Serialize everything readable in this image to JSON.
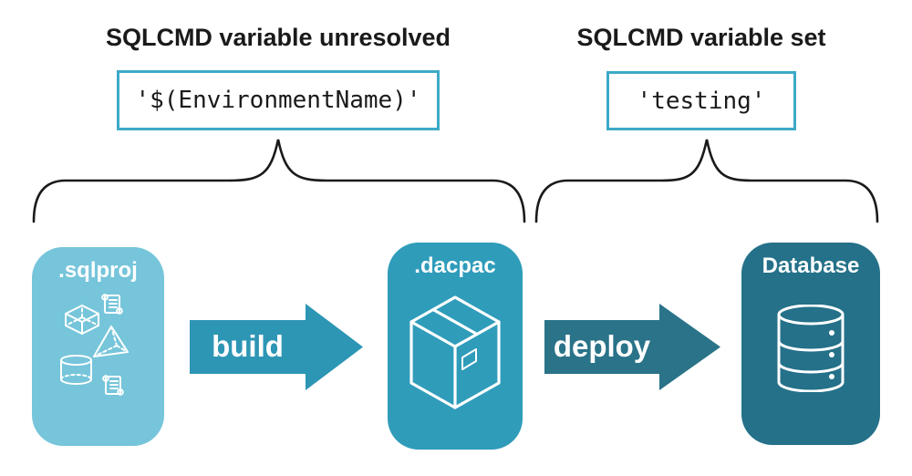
{
  "left_group": {
    "heading": "SQLCMD variable unresolved",
    "code": "'$(EnvironmentName)'"
  },
  "right_group": {
    "heading": "SQLCMD variable set",
    "code": "'testing'"
  },
  "pipeline": {
    "sqlproj_label": ".sqlproj",
    "build_label": "build",
    "dacpac_label": ".dacpac",
    "deploy_label": "deploy",
    "database_label": "Database"
  },
  "icons": {
    "sqlproj_card": [
      "cube-icon",
      "script-scroll-icon",
      "pyramid-icon",
      "cylinder-icon",
      "script-scroll-icon"
    ],
    "dacpac_card": "package-box-icon",
    "database_card": "database-cylinder-icon"
  },
  "colors": {
    "sqlproj_bg": "#76c5da",
    "dacpac_bg": "#2f9cba",
    "database_bg": "#247189",
    "build_arrow": "#2e96b5",
    "deploy_arrow": "#2a7389",
    "code_border": "#3daac7",
    "ink": "#1a1a1a",
    "white": "#ffffff"
  }
}
